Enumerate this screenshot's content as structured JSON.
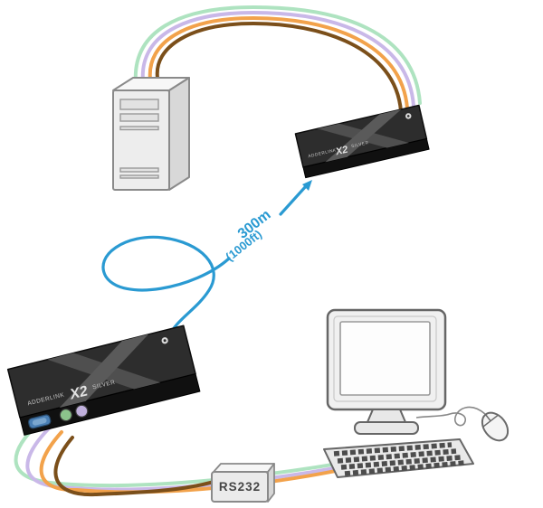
{
  "diagram": {
    "annotations": {
      "distance_primary": "300m",
      "distance_secondary": "(1000ft)",
      "serial_label": "RS232"
    },
    "devices": {
      "local_extender": {
        "brand": "ADDERLINK",
        "model": "X2",
        "edition": "SILVER"
      },
      "remote_extender": {
        "brand": "ADDERLINK",
        "model": "X2",
        "edition": "SILVER"
      }
    },
    "colors": {
      "cable_blue": "#2a9ad2",
      "cable_green": "#aee3c0",
      "cable_purple": "#c9b8e8",
      "cable_orange": "#f2a24b",
      "cable_brown": "#7b4f1a",
      "distance_text": "#2a9ad2"
    }
  }
}
